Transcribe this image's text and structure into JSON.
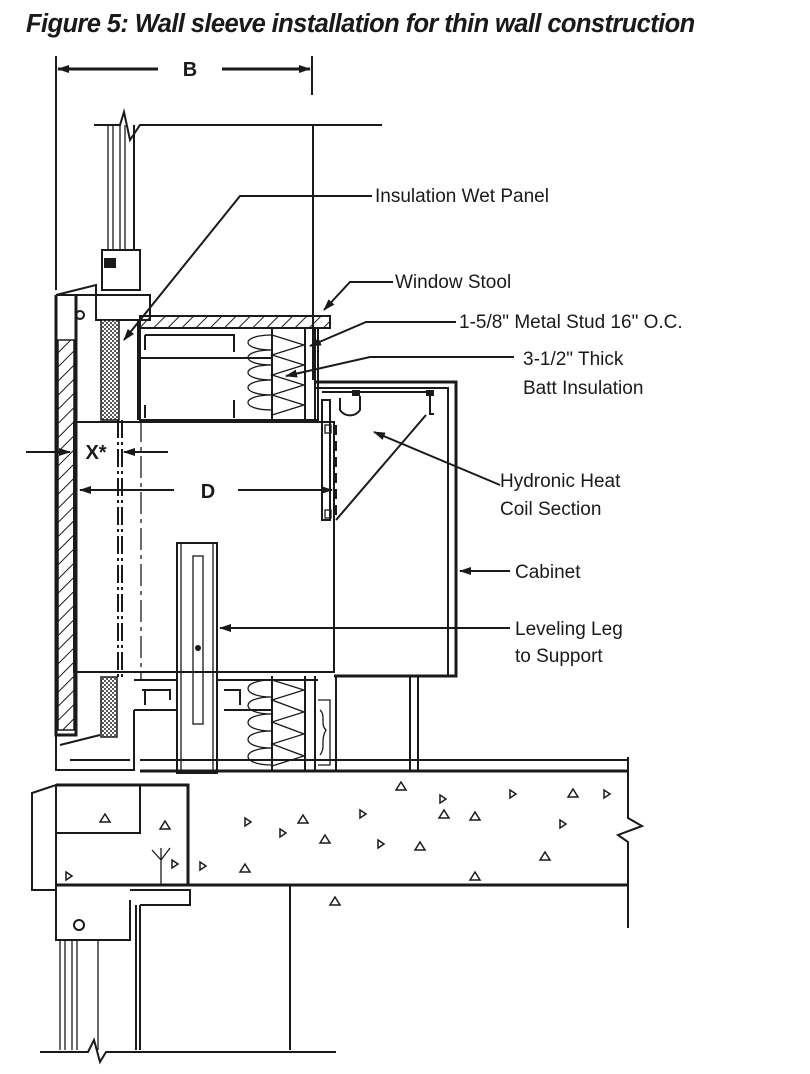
{
  "figure": {
    "title": "Figure 5: Wall sleeve installation for thin wall construction"
  },
  "dimensions": {
    "b": "B",
    "x": "X*",
    "d": "D"
  },
  "callouts": [
    {
      "id": "insulation-wet-panel",
      "lines": [
        "Insulation Wet Panel"
      ]
    },
    {
      "id": "window-stool",
      "lines": [
        "Window Stool"
      ]
    },
    {
      "id": "metal-stud",
      "lines": [
        "1-5/8\" Metal Stud 16\" O.C."
      ]
    },
    {
      "id": "batt-insulation",
      "lines": [
        "3-1/2\" Thick",
        "Batt Insulation"
      ]
    },
    {
      "id": "hydronic-heat-coil",
      "lines": [
        "Hydronic Heat",
        "Coil Section"
      ]
    },
    {
      "id": "cabinet",
      "lines": [
        "Cabinet"
      ]
    },
    {
      "id": "leveling-leg",
      "lines": [
        "Leveling Leg",
        "to Support"
      ]
    }
  ],
  "colors": {
    "ink": "#1a1a1a",
    "background": "#ffffff"
  }
}
